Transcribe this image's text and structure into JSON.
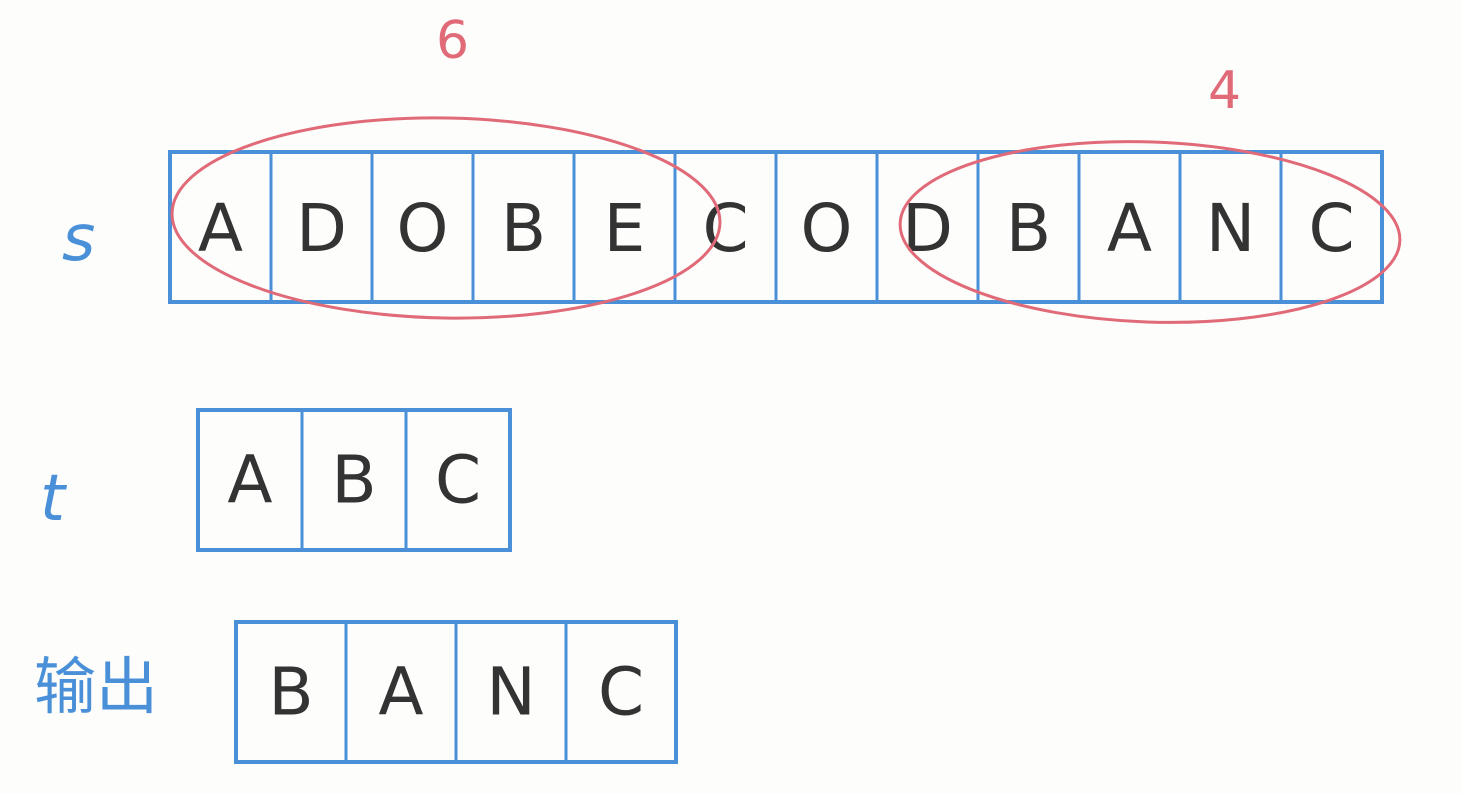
{
  "colors": {
    "box_stroke": "#4a90d9",
    "label": "#4a90d9",
    "char": "#333333",
    "highlight": "#e06a78"
  },
  "rows": {
    "s": {
      "label": "s",
      "cells": [
        "A",
        "D",
        "O",
        "B",
        "E",
        "C",
        "O",
        "D",
        "B",
        "A",
        "N",
        "C"
      ]
    },
    "t": {
      "label": "t",
      "cells": [
        "A",
        "B",
        "C"
      ]
    },
    "output": {
      "label": "输出",
      "cells": [
        "B",
        "A",
        "N",
        "C"
      ]
    }
  },
  "annotations": {
    "left_window_length": "6",
    "right_window_length": "4"
  }
}
